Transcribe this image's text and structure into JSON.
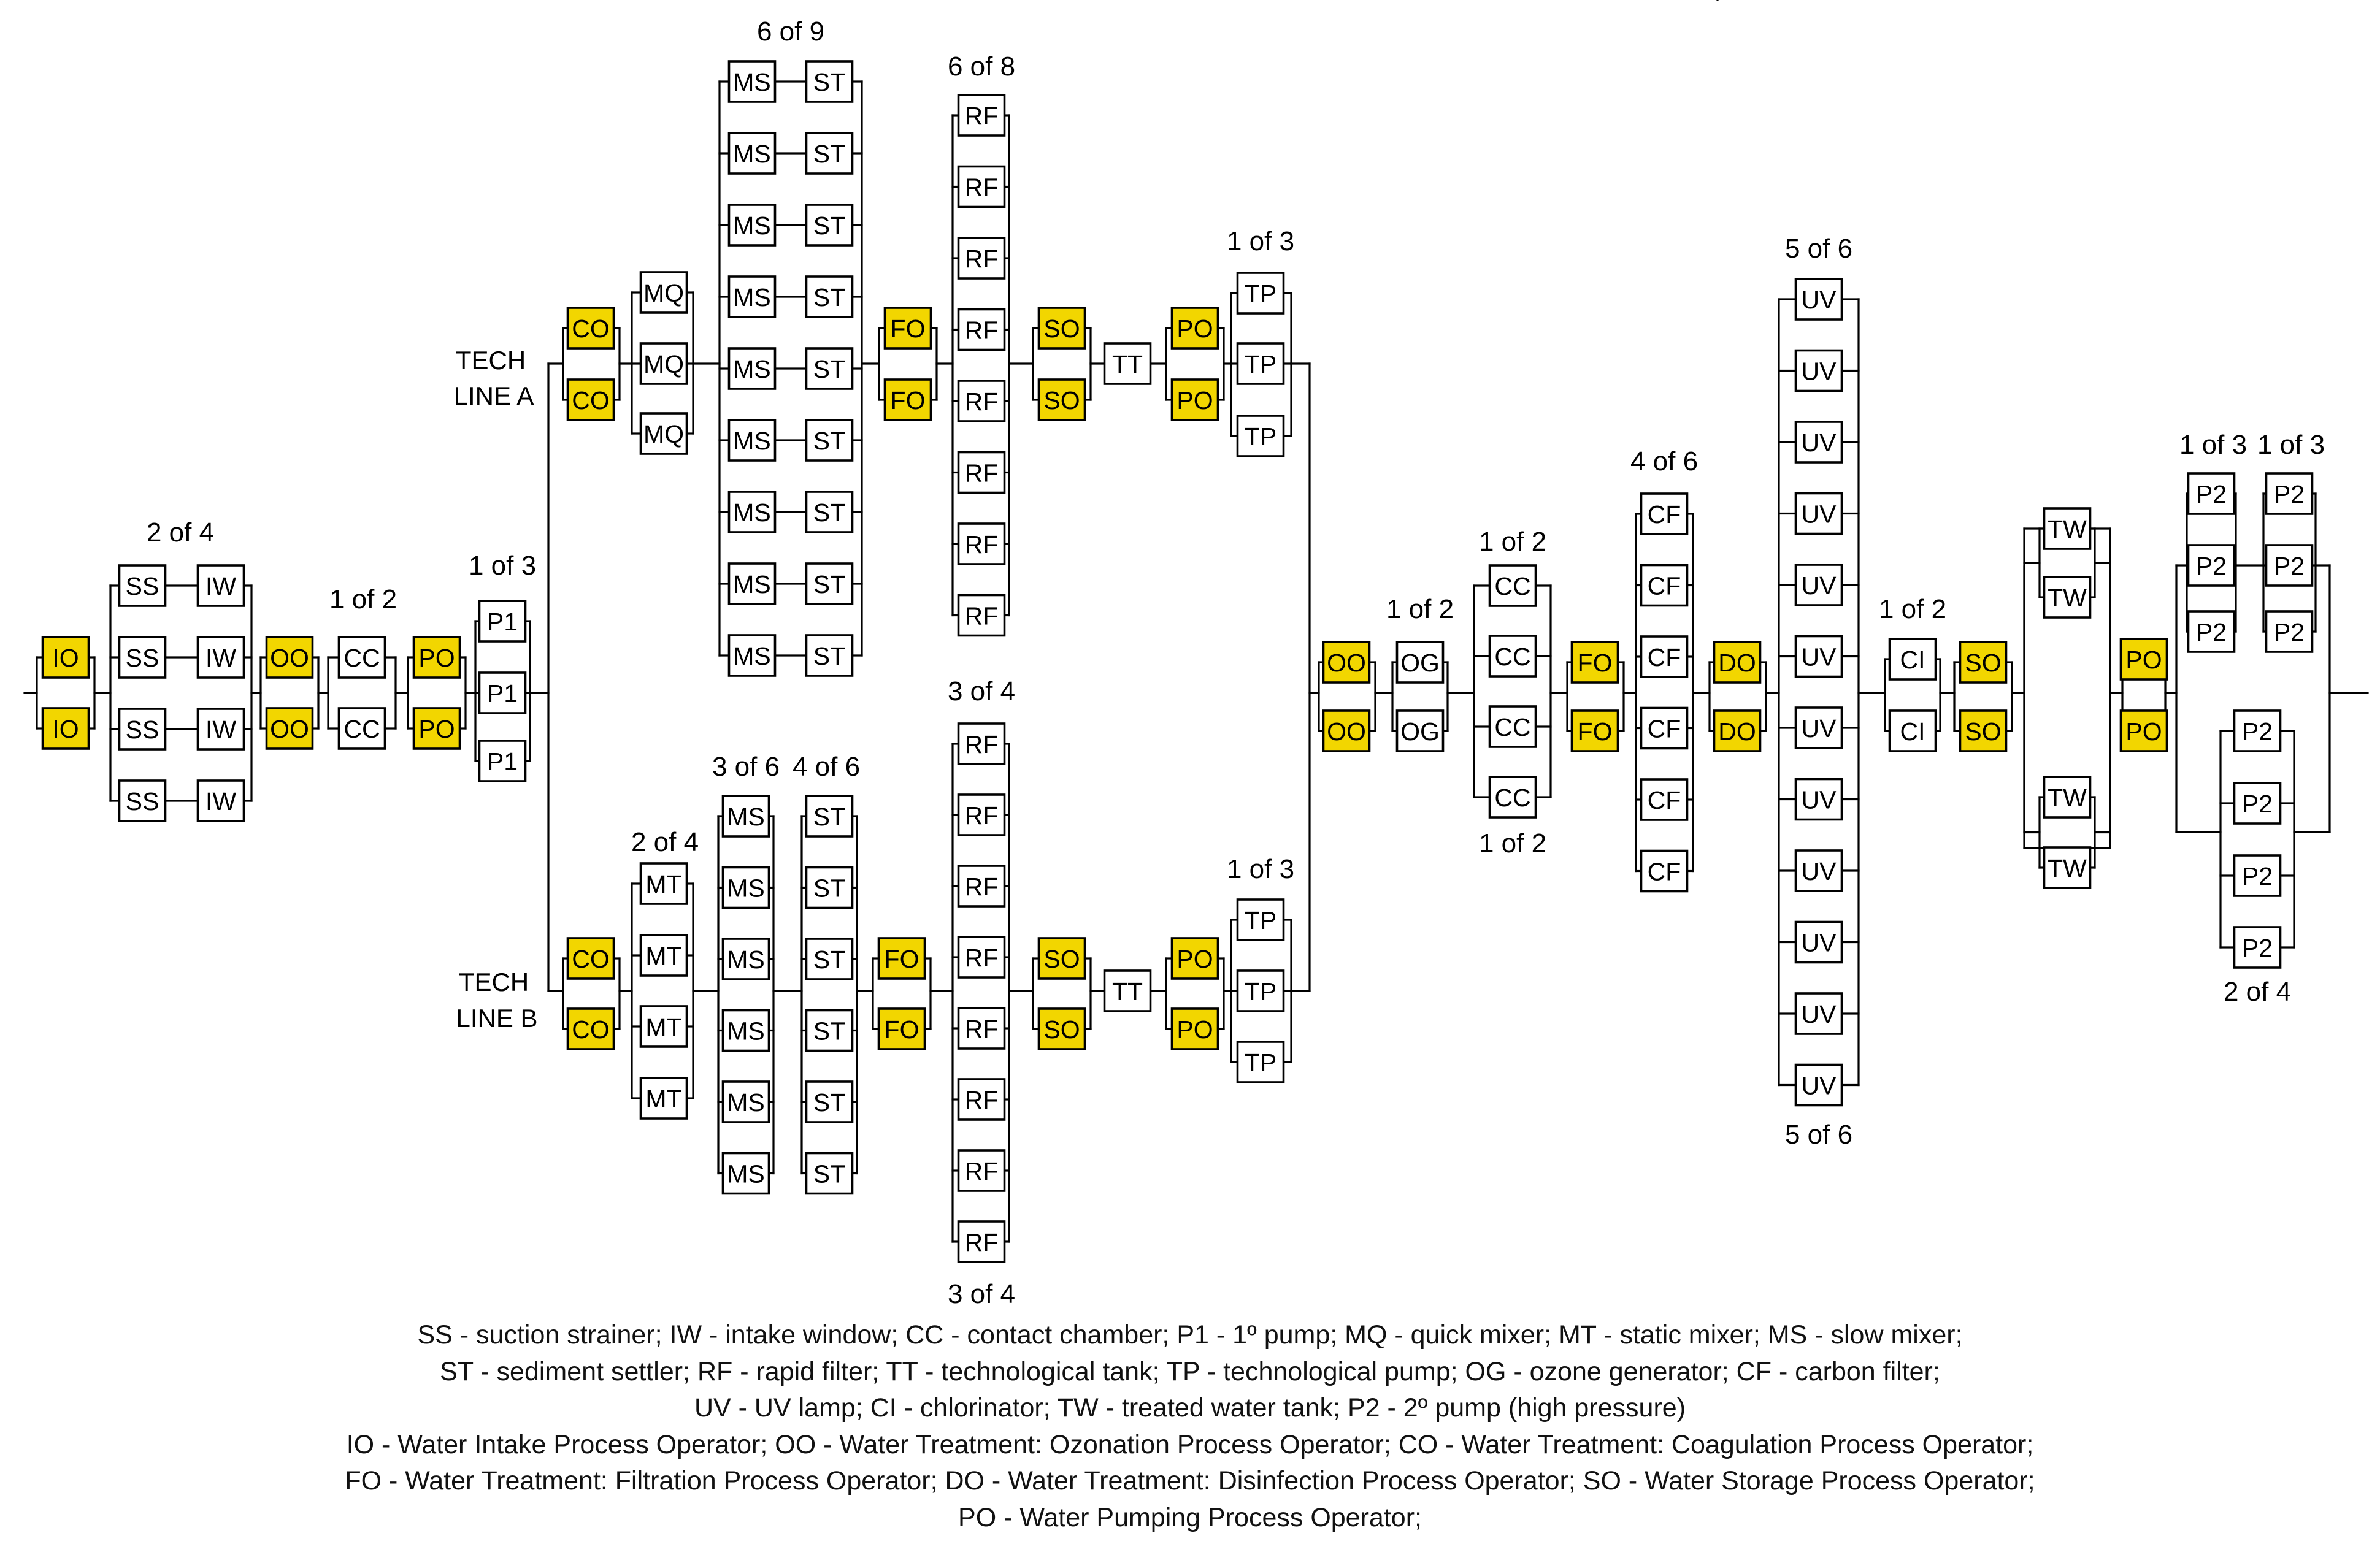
{
  "colors": {
    "operator_fill": "#f2d600",
    "component_fill": "#ffffff",
    "line": "#000000"
  },
  "labels": {
    "line_a_1": "TECH",
    "line_a_2": "LINE A",
    "line_b_1": "TECH",
    "line_b_2": "LINE B",
    "intake_ss": "2 of 4",
    "intake_cc": "1 of 2",
    "intake_p1": "1 of 3",
    "a_ms": "6 of 9",
    "a_rf": "6 of 8",
    "a_tp": "1 of 3",
    "b_mt": "2 of 4",
    "b_ms": "3 of 6",
    "b_st": "4 of 6",
    "b_rf_top": "3 of 4",
    "b_rf_bottom": "3 of 4",
    "b_tp": "1 of 3",
    "og": "1 of 2",
    "cc_top": "1 of 2",
    "cc_bottom": "1 of 2",
    "cf": "4 of 6",
    "uv_top": "5 of 6",
    "uv_bottom": "5 of 6",
    "cl": "1 of 2",
    "p2_left": "1 of 3",
    "p2_right": "1 of 3",
    "p2_bottom": "2 of 4"
  },
  "components": {
    "IO": "IO",
    "SS": "SS",
    "IW": "IW",
    "OO": "OO",
    "CC": "CC",
    "PO": "PO",
    "P1": "P1",
    "CO": "CO",
    "MQ": "MQ",
    "MT": "MT",
    "MS": "MS",
    "ST": "ST",
    "FO": "FO",
    "RF": "RF",
    "SO": "SO",
    "TT": "TT",
    "TP": "TP",
    "OG": "OG",
    "DO": "DO",
    "CF": "CF",
    "UV": "UV",
    "CI": "CI",
    "TW": "TW",
    "P2": "P2"
  },
  "legend": [
    "SS - suction strainer; IW - intake window; CC - contact chamber; P1 - 1º pump; MQ - quick mixer; MT - static mixer; MS - slow mixer;",
    "ST - sediment settler; RF - rapid filter; TT - technological tank; TP - technological pump; OG - ozone generator; CF - carbon filter;",
    "UV - UV lamp; CI - chlorinator; TW - treated water tank; P2 - 2º pump (high pressure)",
    "IO - Water Intake Process Operator; OO - Water Treatment: Ozonation Process Operator;  CO - Water Treatment: Coagulation Process Operator;",
    "FO - Water Treatment: Filtration Process Operator; DO - Water Treatment: Disinfection Process Operator; SO - Water Storage Process Operator;",
    "PO - Water Pumping Process Operator;"
  ]
}
